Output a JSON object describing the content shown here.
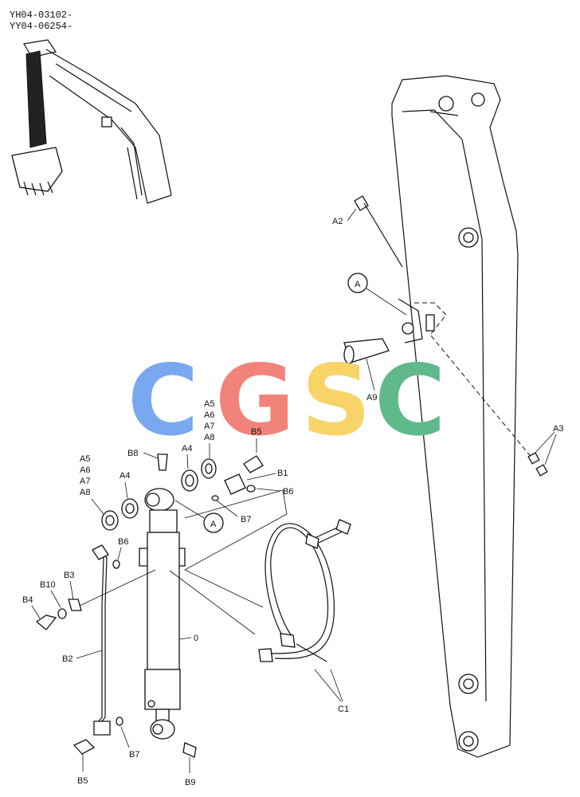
{
  "header": {
    "line1": "YH04-03102-",
    "line2": "YY04-06254-"
  },
  "watermark": {
    "letters": [
      "C",
      "G",
      "S",
      "C"
    ],
    "colors": [
      "#7aa8f0",
      "#f2837a",
      "#f8d368",
      "#5fb98a"
    ]
  },
  "callouts": {
    "a2": "A2",
    "a3": "A3",
    "a9": "A9",
    "circle_a_top": "A",
    "circle_a_bottom": "A",
    "a5_top": "A5",
    "a6_top": "A6",
    "a7_top": "A7",
    "a8_top": "A8",
    "a5_left": "A5",
    "a6_left": "A6",
    "a7_left": "A7",
    "a8_left": "A8",
    "a4_mid": "A4",
    "a4_left": "A4",
    "b1": "B1",
    "b2": "B2",
    "b3": "B3",
    "b4": "B4",
    "b5_top": "B5",
    "b5_bottom": "B5",
    "b6_right": "B6",
    "b6_left": "B6",
    "b7_top": "B7",
    "b7_bottom": "B7",
    "b8": "B8",
    "b9": "B9",
    "b10": "B10",
    "c1": "C1",
    "zero": "0"
  }
}
